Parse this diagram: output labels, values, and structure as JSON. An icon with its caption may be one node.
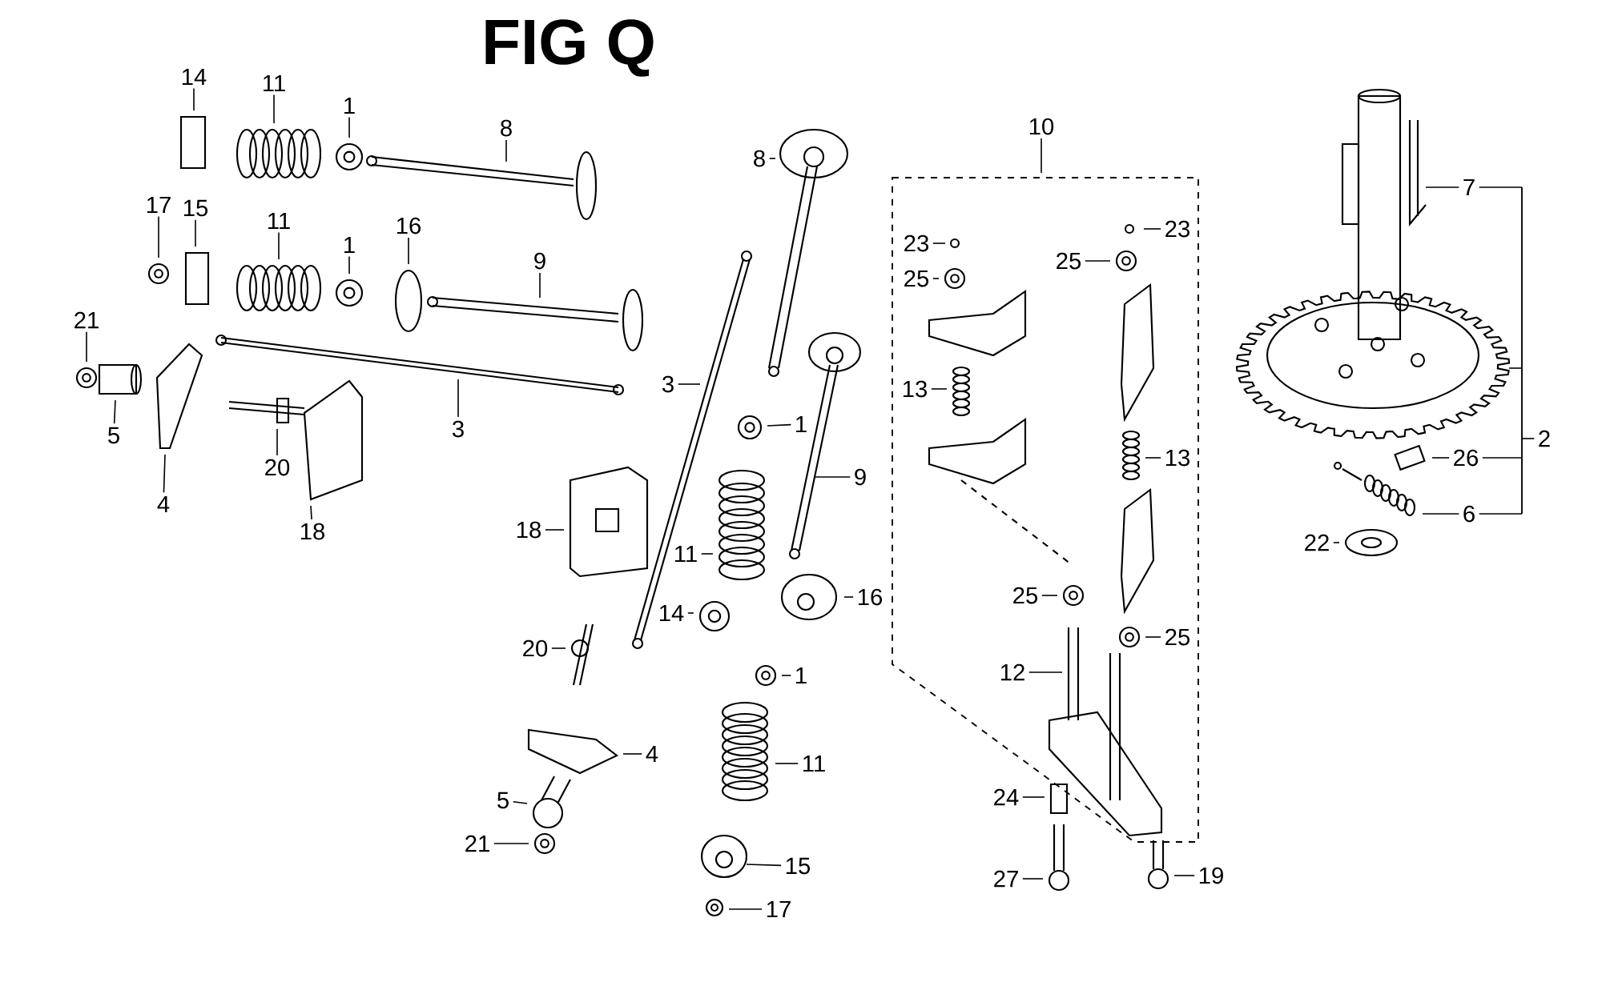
{
  "diagram": {
    "title": "FIG Q",
    "nodes": [
      {
        "text": [
          "14"
        ]
      },
      {
        "text": [
          "11"
        ]
      },
      {
        "text": [
          "1"
        ]
      },
      {
        "text": [
          "8"
        ]
      },
      {
        "text": [
          "17"
        ]
      },
      {
        "text": [
          "15"
        ]
      },
      {
        "text": [
          "11"
        ]
      },
      {
        "text": [
          "1"
        ]
      },
      {
        "text": [
          "16"
        ]
      },
      {
        "text": [
          "9"
        ]
      },
      {
        "text": [
          "21"
        ]
      },
      {
        "text": [
          "5"
        ]
      },
      {
        "text": [
          "4"
        ]
      },
      {
        "text": [
          "20"
        ]
      },
      {
        "text": [
          "3"
        ]
      },
      {
        "text": [
          "18"
        ]
      },
      {
        "text": [
          "8"
        ]
      },
      {
        "text": [
          "3"
        ]
      },
      {
        "text": [
          "9"
        ]
      },
      {
        "text": [
          "1"
        ]
      },
      {
        "text": [
          "18"
        ]
      },
      {
        "text": [
          "11"
        ]
      },
      {
        "text": [
          "16"
        ]
      },
      {
        "text": [
          "14"
        ]
      },
      {
        "text": [
          "20"
        ]
      },
      {
        "text": [
          "1"
        ]
      },
      {
        "text": [
          "4"
        ]
      },
      {
        "text": [
          "11"
        ]
      },
      {
        "text": [
          "5"
        ]
      },
      {
        "text": [
          "21"
        ]
      },
      {
        "text": [
          "15"
        ]
      },
      {
        "text": [
          "17"
        ]
      },
      {
        "text": [
          "10"
        ]
      },
      {
        "text": [
          "23"
        ]
      },
      {
        "text": [
          "25"
        ]
      },
      {
        "text": [
          "23"
        ]
      },
      {
        "text": [
          "25"
        ]
      },
      {
        "text": [
          "13"
        ]
      },
      {
        "text": [
          "13"
        ]
      },
      {
        "text": [
          "25"
        ]
      },
      {
        "text": [
          "25"
        ]
      },
      {
        "text": [
          "12"
        ]
      },
      {
        "text": [
          "24"
        ]
      },
      {
        "text": [
          "27"
        ]
      },
      {
        "text": [
          "19"
        ]
      },
      {
        "text": [
          "7"
        ]
      },
      {
        "text": [
          "26"
        ]
      },
      {
        "text": [
          "6"
        ]
      },
      {
        "text": [
          "2"
        ]
      },
      {
        "text": [
          "22"
        ]
      },
      {
        "text": [],
        "shape": "bar"
      }
    ],
    "edges": [
      {
        "from": 0,
        "to": null,
        "arrow": "none"
      },
      {
        "from": 1,
        "to": null,
        "arrow": "none"
      },
      {
        "from": 2,
        "to": null,
        "arrow": "none"
      },
      {
        "from": 3,
        "to": null,
        "arrow": "none"
      },
      {
        "from": 4,
        "to": null,
        "arrow": "none"
      },
      {
        "from": 5,
        "to": null,
        "arrow": "none"
      },
      {
        "from": 6,
        "to": null,
        "arrow": "none"
      },
      {
        "from": 7,
        "to": null,
        "arrow": "none"
      },
      {
        "from": 8,
        "to": null,
        "arrow": "none"
      },
      {
        "from": 9,
        "to": null,
        "arrow": "none"
      },
      {
        "from": 10,
        "to": null,
        "arrow": "none"
      },
      {
        "from": 11,
        "to": null,
        "arrow": "none"
      },
      {
        "from": 12,
        "to": null,
        "arrow": "none"
      },
      {
        "from": 13,
        "to": null,
        "arrow": "none"
      },
      {
        "from": 14,
        "to": null,
        "arrow": "none"
      },
      {
        "from": 15,
        "to": null,
        "arrow": "none"
      },
      {
        "from": 16,
        "to": null,
        "arrow": "none"
      },
      {
        "from": 17,
        "to": null,
        "arrow": "none"
      },
      {
        "from": 18,
        "to": null,
        "arrow": "none"
      },
      {
        "from": 19,
        "to": null,
        "arrow": "none"
      },
      {
        "from": 20,
        "to": null,
        "arrow": "none"
      },
      {
        "from": 21,
        "to": null,
        "arrow": "none"
      },
      {
        "from": 22,
        "to": null,
        "arrow": "none"
      },
      {
        "from": 23,
        "to": null,
        "arrow": "none"
      },
      {
        "from": 24,
        "to": null,
        "arrow": "none"
      },
      {
        "from": 25,
        "to": null,
        "arrow": "none"
      },
      {
        "from": 26,
        "to": null,
        "arrow": "none"
      },
      {
        "from": 27,
        "to": null,
        "arrow": "none"
      },
      {
        "from": 28,
        "to": null,
        "arrow": "none"
      },
      {
        "from": 29,
        "to": null,
        "arrow": "none"
      },
      {
        "from": 30,
        "to": null,
        "arrow": "none"
      },
      {
        "from": 31,
        "to": null,
        "arrow": "none"
      },
      {
        "from": 32,
        "to": null,
        "arrow": "none"
      },
      {
        "from": 33,
        "to": null,
        "arrow": "none"
      },
      {
        "from": 34,
        "to": null,
        "arrow": "none"
      },
      {
        "from": 35,
        "to": null,
        "arrow": "none"
      },
      {
        "from": 36,
        "to": null,
        "arrow": "none"
      },
      {
        "from": 37,
        "to": null,
        "arrow": "none"
      },
      {
        "from": 38,
        "to": null,
        "arrow": "none"
      },
      {
        "from": 39,
        "to": null,
        "arrow": "none"
      },
      {
        "from": 40,
        "to": null,
        "arrow": "none"
      },
      {
        "from": 41,
        "to": null,
        "arrow": "none"
      },
      {
        "from": 42,
        "to": null,
        "arrow": "none"
      },
      {
        "from": 43,
        "to": null,
        "arrow": "none"
      },
      {
        "from": 44,
        "to": null,
        "arrow": "none"
      },
      {
        "from": 45,
        "to": null,
        "arrow": "none"
      },
      {
        "from": 46,
        "to": null,
        "arrow": "none"
      },
      {
        "from": 47,
        "to": null,
        "arrow": "none"
      },
      {
        "from": 49,
        "to": null,
        "arrow": "none"
      },
      {
        "from": 45,
        "to": 50,
        "arrow": "none"
      },
      {
        "from": 46,
        "to": 50,
        "arrow": "none"
      },
      {
        "from": 47,
        "to": 50,
        "arrow": "none"
      },
      {
        "from": 48,
        "to": 50,
        "arrow": "none"
      },
      {
        "from": 50,
        "to": null,
        "arrow": "none"
      }
    ]
  }
}
